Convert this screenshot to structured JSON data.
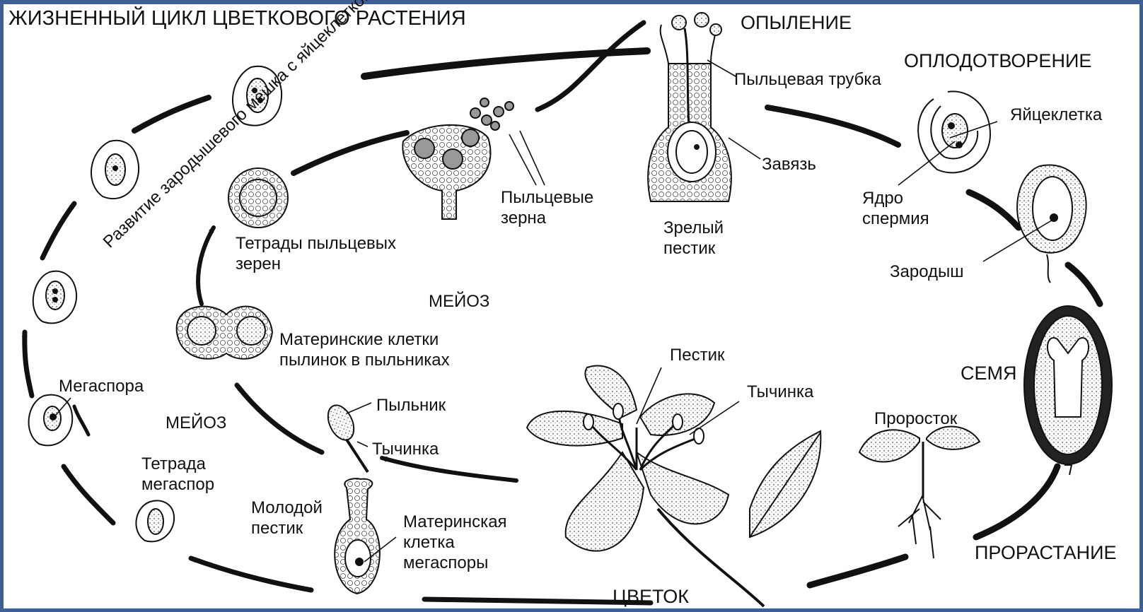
{
  "title": "ЖИЗНЕННЫЙ ЦИКЛ ЦВЕТКОВОГО РАСТЕНИЯ",
  "labels": {
    "pollination": "ОПЫЛЕНИЕ",
    "pollen_tube": "Пыльцевая трубка",
    "fertilization": "ОПЛОДОТВОРЕНИЕ",
    "egg_cell": "Яйцеклетка",
    "ovary": "Завязь",
    "mature_pistil": "Зрелый\nпестик",
    "sperm_nucleus": "Ядро\nспермия",
    "embryo": "Зародыш",
    "pollen_grains": "Пыльцевые\nзерна",
    "pollen_tetrads": "Тетрады пыльцевых\nзерен",
    "meiosis_top": "МЕЙОЗ",
    "mother_cells_pollen": "Материнские клетки\nпылинок в пыльниках",
    "embryo_sac_dev": "Развитие зародышевого мешка с яйцеклеткой",
    "megaspore": "Мегаспора",
    "meiosis_left": "МЕЙОЗ",
    "anther": "Пыльник",
    "stamen_small": "Тычинка",
    "pistil": "Пестик",
    "stamen": "Тычинка",
    "seed": "СЕМЯ",
    "sprout": "Проросток",
    "megaspore_tetrad": "Тетрада\nмегаспор",
    "young_pistil": "Молодой\nпестик",
    "megaspore_mother_cell": "Материнская\nклетка\nмегаспоры",
    "germination": "ПРОРАСТАНИЕ",
    "flower": "ЦВЕТОК"
  },
  "colors": {
    "frame": "#3f5f97",
    "ink": "#111111",
    "shade": "#e6e6e6"
  }
}
